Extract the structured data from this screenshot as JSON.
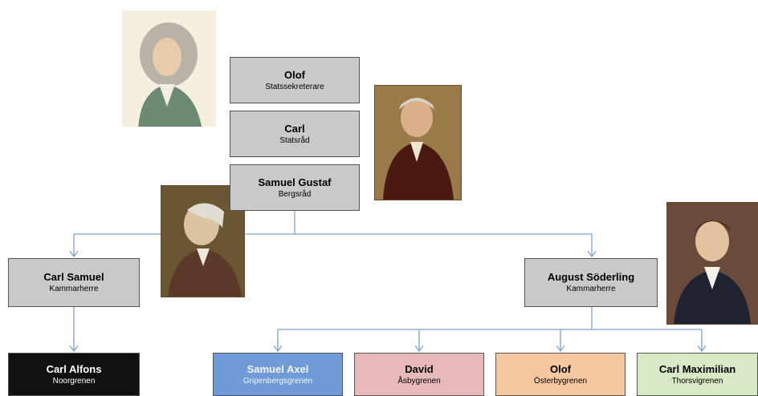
{
  "colors": {
    "line": "#7fa2cc",
    "box_gray": "#c9c9c9",
    "box_black": "#111111",
    "box_blue": "#6f9bd6",
    "box_pink": "#e8b9b9",
    "box_orange": "#f6c8a0",
    "box_green": "#d9e8c5"
  },
  "people": {
    "olof": {
      "name": "Olof",
      "title": "Statssekreterare"
    },
    "carl": {
      "name": "Carl",
      "title": "Statsråd"
    },
    "samuel_gustaf": {
      "name": "Samuel Gustaf",
      "title": "Bergsråd"
    },
    "carl_samuel": {
      "name": "Carl Samuel",
      "title": "Kammarherre"
    },
    "august": {
      "name": "August Söderling",
      "title": "Kammarherre"
    },
    "carl_alfons": {
      "name": "Carl Alfons",
      "title": "Noorgrenen"
    },
    "samuel_axel": {
      "name": "Samuel Axel",
      "title": "Gripenbergsgrenen"
    },
    "david": {
      "name": "David",
      "title": "Åsbygrenen"
    },
    "olof_2": {
      "name": "Olof",
      "title": "Österbygrenen"
    },
    "carl_maximilian": {
      "name": "Carl Maximilian",
      "title": "Thorsvigrenen"
    }
  },
  "portraits": [
    "engraving-portrait",
    "painted-portrait-red-coat",
    "profile-portrait",
    "painted-portrait-dark-coat"
  ]
}
